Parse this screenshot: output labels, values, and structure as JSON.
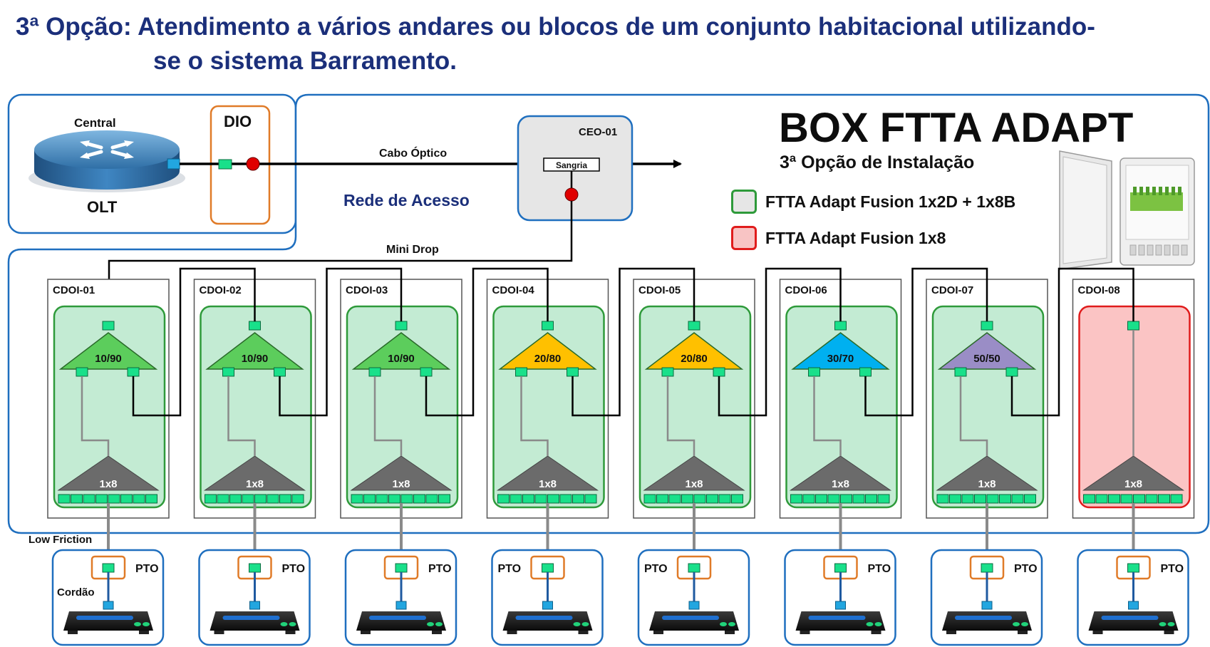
{
  "title": {
    "line1": "3ª Opção: Atendimento a vários andares ou blocos de um conjunto habitacional utilizando-",
    "line2": "se o sistema Barramento."
  },
  "brand": {
    "name": "BOX FTTA ADAPT",
    "subtitle": "3ª Opção de Instalação"
  },
  "legend": [
    {
      "label": "FTTA Adapt Fusion 1x2D + 1x8B",
      "color": "#2e9a3a"
    },
    {
      "label": "FTTA Adapt Fusion 1x8",
      "color": "#e01c1c"
    }
  ],
  "central": {
    "top_label": "Central",
    "device_label": "OLT",
    "dio_label": "DIO"
  },
  "network": {
    "cable_label": "Cabo Óptico",
    "access_label": "Rede de Acesso",
    "ceo_label": "CEO-01",
    "tap_label": "Sangria",
    "drop_label": "Mini Drop"
  },
  "cdoi_units": [
    {
      "name": "CDOI-01",
      "ratio": "10/90",
      "splitter": "1x8",
      "kind": "adapt",
      "ratio_color": "#5ccd5c"
    },
    {
      "name": "CDOI-02",
      "ratio": "10/90",
      "splitter": "1x8",
      "kind": "adapt",
      "ratio_color": "#5ccd5c"
    },
    {
      "name": "CDOI-03",
      "ratio": "10/90",
      "splitter": "1x8",
      "kind": "adapt",
      "ratio_color": "#5ccd5c"
    },
    {
      "name": "CDOI-04",
      "ratio": "20/80",
      "splitter": "1x8",
      "kind": "adapt",
      "ratio_color": "#ffc000"
    },
    {
      "name": "CDOI-05",
      "ratio": "20/80",
      "splitter": "1x8",
      "kind": "adapt",
      "ratio_color": "#ffc000"
    },
    {
      "name": "CDOI-06",
      "ratio": "30/70",
      "splitter": "1x8",
      "kind": "adapt",
      "ratio_color": "#00b0f0"
    },
    {
      "name": "CDOI-07",
      "ratio": "50/50",
      "splitter": "1x8",
      "kind": "adapt",
      "ratio_color": "#9a8dc6"
    },
    {
      "name": "CDOI-08",
      "ratio": "",
      "splitter": "1x8",
      "kind": "fusion",
      "ratio_color": ""
    }
  ],
  "subscriber": {
    "pto_label": "PTO",
    "low_friction_label": "Low Friction",
    "cord_label": "Cordão"
  },
  "colors": {
    "title": "#1b2f7a",
    "box_border": "#1f6fbf",
    "cdoi_fill": "#c3ebd3",
    "cdoi_border": "#2e9a3a",
    "fusion_fill": "#fbc4c4",
    "fusion_border": "#e01c1c",
    "connector": "#19e08a",
    "splitter": "#6b6b6b",
    "dio_border": "#e07b28"
  }
}
